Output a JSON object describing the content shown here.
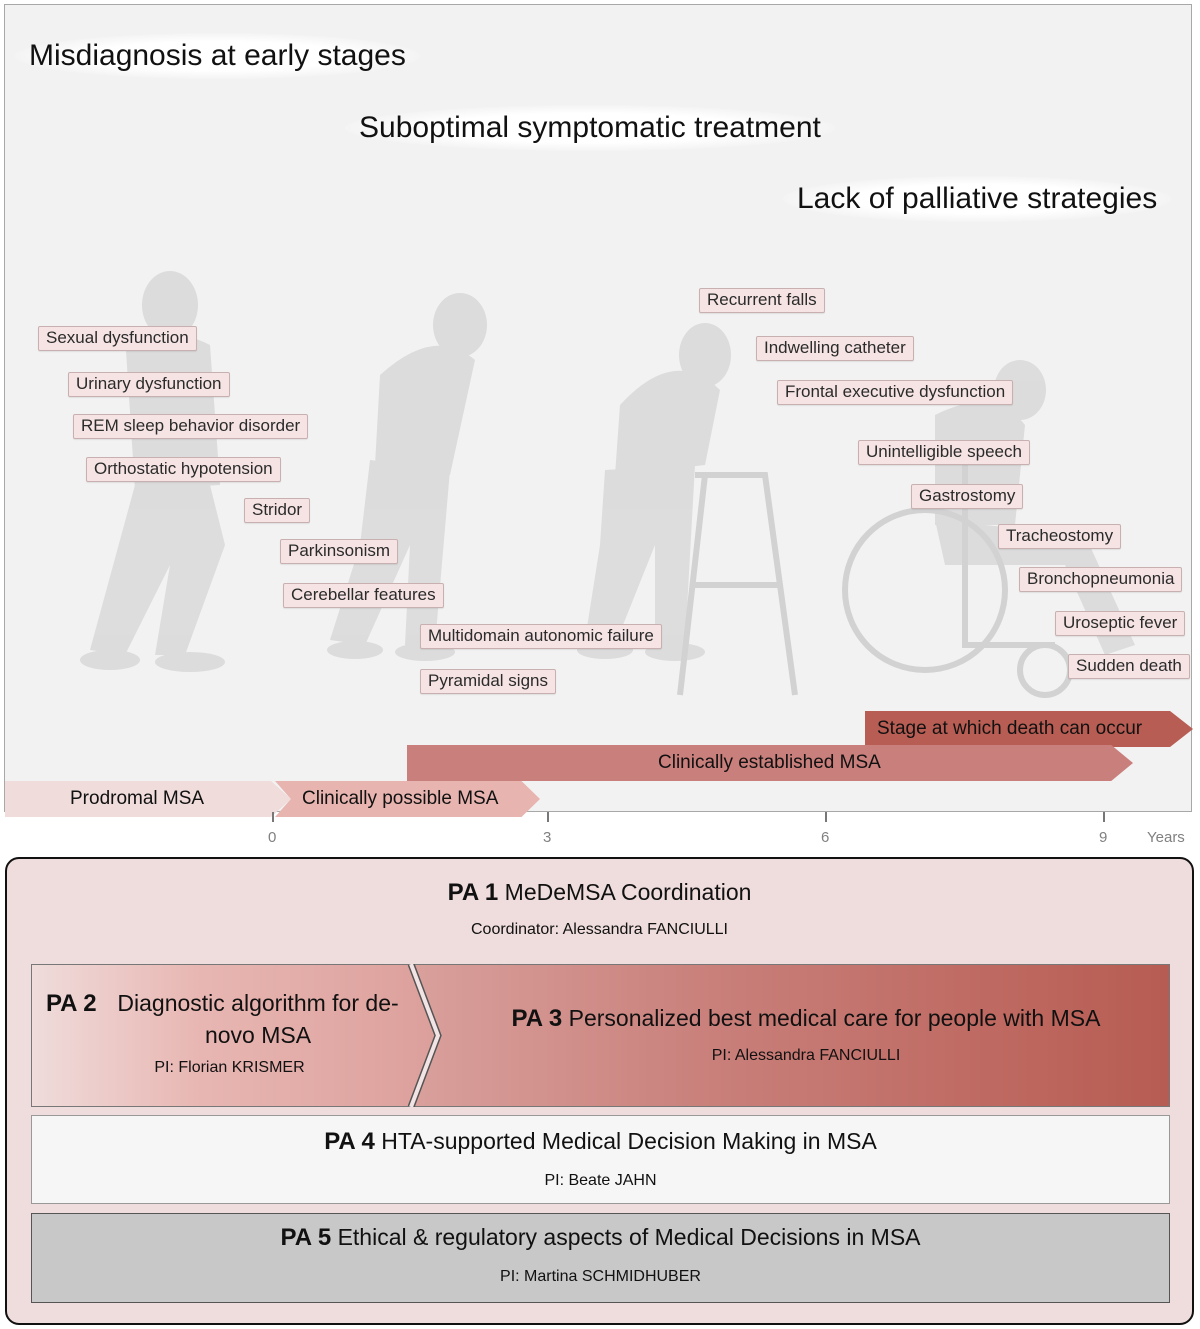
{
  "challenges": [
    "Misdiagnosis at early stages",
    "Suboptimal symptomatic treatment",
    "Lack of palliative strategies"
  ],
  "symptoms": [
    "Sexual dysfunction",
    "Urinary dysfunction",
    "REM sleep behavior disorder",
    "Orthostatic hypotension",
    "Stridor",
    "Parkinsonism",
    "Cerebellar features",
    "Multidomain autonomic failure",
    "Pyramidal signs",
    "Recurrent falls",
    "Indwelling catheter",
    "Frontal executive dysfunction",
    "Unintelligible speech",
    "Gastrostomy",
    "Tracheostomy",
    "Bronchopneumonia",
    "Uroseptic fever",
    "Sudden death"
  ],
  "stages": {
    "prodromal": "Prodromal MSA",
    "possible": "Clinically possible MSA",
    "established": "Clinically established MSA",
    "death": "Stage at which death can occur"
  },
  "axis": {
    "ticks": [
      "0",
      "3",
      "6",
      "9"
    ],
    "unit": "Years"
  },
  "colors": {
    "prodromal": "#efdcdb",
    "possible": "#e7b4b0",
    "established": "#c97f7c",
    "death": "#b75d53",
    "panel_bg": "#efdcdc"
  },
  "pa": [
    {
      "num": "PA 1",
      "title": "MeDeMSA Coordination",
      "person": "Coordinator: Alessandra FANCIULLI"
    },
    {
      "num": "PA 2",
      "title": "Diagnostic algorithm for de-novo MSA",
      "person": "PI: Florian KRISMER"
    },
    {
      "num": "PA 3",
      "title": "Personalized best medical care for people with MSA",
      "person": "PI: Alessandra FANCIULLI"
    },
    {
      "num": "PA 4",
      "title": "HTA-supported Medical Decision Making in MSA",
      "person": "PI: Beate JAHN"
    },
    {
      "num": "PA 5",
      "title": "Ethical & regulatory aspects of Medical Decisions in MSA",
      "person": "PI: Martina SCHMIDHUBER"
    }
  ]
}
